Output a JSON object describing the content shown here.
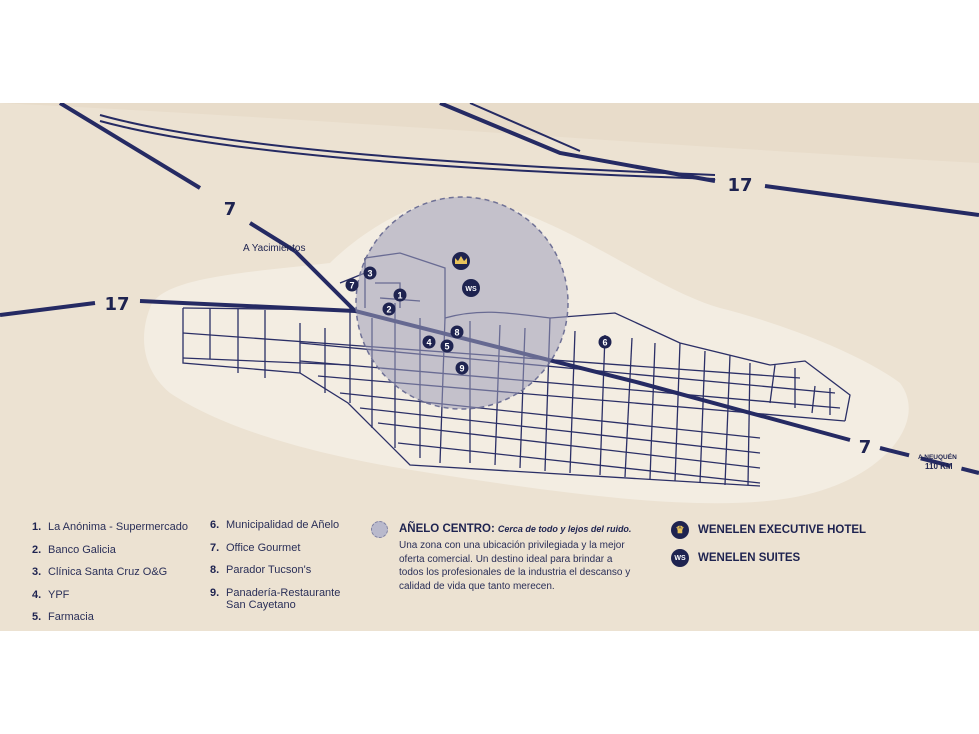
{
  "map": {
    "routes": [
      {
        "label": "17",
        "position_hint": "left"
      },
      {
        "label": "17",
        "position_hint": "top-right"
      },
      {
        "label": "7",
        "position_hint": "top-left"
      },
      {
        "label": "7",
        "position_hint": "bottom-right"
      }
    ],
    "direction_labels": {
      "yacimientos": "A Yacimientos",
      "neuquen_line1": "A NEUQUÉN",
      "neuquen_line2": "110 KM"
    },
    "pins": [
      "1",
      "2",
      "3",
      "4",
      "5",
      "6",
      "7",
      "8",
      "9"
    ],
    "hotel_pins": {
      "suites": "WS"
    },
    "colors": {
      "land": "#ece2d2",
      "roads": "#2b2f66",
      "zone": "#9c9cb8",
      "pin": "#1e2350"
    }
  },
  "legend": {
    "column1": [
      {
        "num": "1.",
        "text": "La Anónima - Supermercado"
      },
      {
        "num": "2.",
        "text": "Banco Galicia"
      },
      {
        "num": "3.",
        "text": "Clínica Santa Cruz O&G"
      },
      {
        "num": "4.",
        "text": "YPF"
      },
      {
        "num": "5.",
        "text": "Farmacia"
      }
    ],
    "column2": [
      {
        "num": "6.",
        "text": "Municipalidad de Añelo"
      },
      {
        "num": "7.",
        "text": "Office Gourmet"
      },
      {
        "num": "8.",
        "text": "Parador Tucson's"
      },
      {
        "num": "9.",
        "text": "Panadería-Restaurante",
        "text2": "San Cayetano"
      }
    ],
    "centro": {
      "title": "AÑELO CENTRO:",
      "tagline": "Cerca de todo y lejos del ruido.",
      "desc": "Una zona con una ubicación privilegiada y la mejor oferta comercial. Un destino ideal para brindar a todos los profesionales de la industria el descanso y calidad de vida que tanto merecen."
    },
    "hotels": [
      {
        "name": "WENELEN EXECUTIVE HOTEL",
        "icon": "crown-icon"
      },
      {
        "name": "WENELEN SUITES",
        "icon": "ws-monogram-icon",
        "monogram": "WS"
      }
    ]
  }
}
